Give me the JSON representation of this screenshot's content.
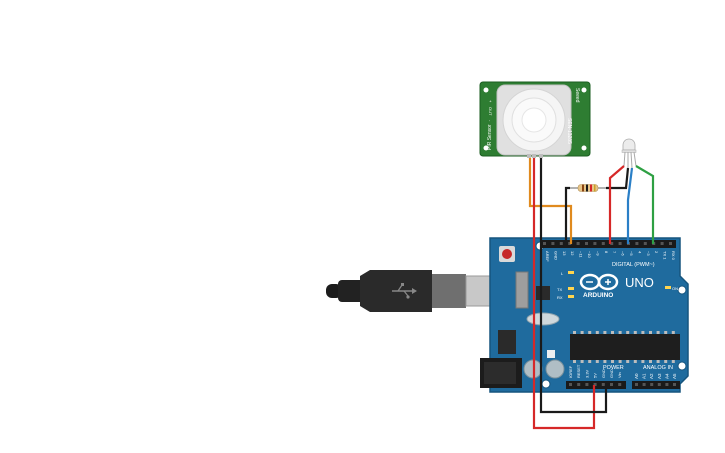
{
  "pir_sensor": {
    "left_label": "PIR Sensor",
    "right_label_1": "Seeed",
    "right_label_2": "SEN-13285",
    "pin_labels": [
      "+",
      "OUT",
      "-"
    ]
  },
  "arduino": {
    "brand": "ARDUINO",
    "model": "UNO",
    "digital_label": "DIGITAL (PWM~)",
    "power_label": "POWER",
    "analog_label": "ANALOG IN",
    "on_label": "ON",
    "led_labels": [
      "L",
      "TX",
      "RX"
    ],
    "top_header_labels": [
      "AREF",
      "GND",
      "13",
      "12",
      "~11",
      "~10",
      "~9",
      "8",
      "7",
      "~6",
      "~5",
      "4",
      "~3",
      "2",
      "TX 1",
      "RX 0"
    ],
    "power_pin_labels": [
      "IOREF",
      "RESET",
      "3.3V",
      "5V",
      "GND",
      "GND",
      "Vin"
    ],
    "analog_pin_labels": [
      "A0",
      "A1",
      "A2",
      "A3",
      "A4",
      "A5"
    ]
  },
  "colors": {
    "board": "#1f6b9e",
    "board_dark": "#17557e",
    "pcb_green": "#2e7d32",
    "wire_red": "#d62828",
    "wire_black": "#1a1a1a",
    "wire_orange": "#e08a1e",
    "wire_blue": "#2a7fc7",
    "wire_green": "#2ea043"
  },
  "icons": {
    "usb_cable": "usb-plug-icon",
    "infinity_logo": "arduino-infinity-icon"
  }
}
